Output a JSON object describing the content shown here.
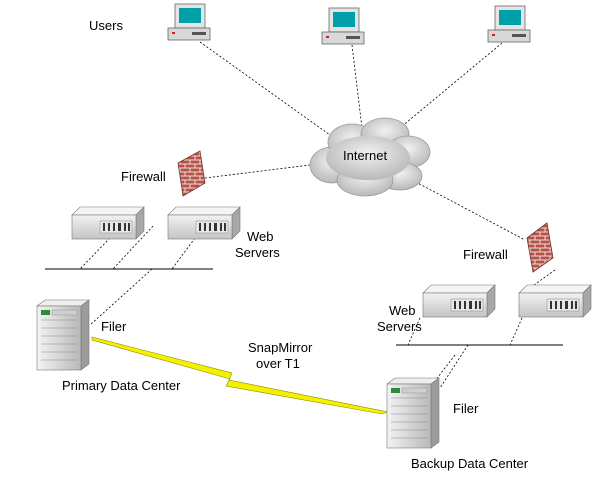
{
  "labels": {
    "users": "Users",
    "internet": "Internet",
    "firewall_primary": "Firewall",
    "firewall_backup": "Firewall",
    "web_servers_primary_l1": "Web",
    "web_servers_primary_l2": "Servers",
    "web_servers_backup_l1": "Web",
    "web_servers_backup_l2": "Servers",
    "filer_primary": "Filer",
    "filer_backup": "Filer",
    "snapmirror_l1": "SnapMirror",
    "snapmirror_l2": "over T1",
    "primary_dc": "Primary Data Center",
    "backup_dc": "Backup Data Center"
  },
  "icons": {
    "workstation": "desktop-computer-icon",
    "cloud": "internet-cloud-icon",
    "firewall": "brick-firewall-icon",
    "rack_server": "rack-server-icon",
    "tower_server": "tower-filer-icon",
    "link": "lightning-bolt-icon"
  },
  "colors": {
    "line": "#000000",
    "firewall_brick": "#b5524a",
    "mortar": "#f0e0d8",
    "server_body": "#d8d8d8",
    "cloud": "#d4d4d4",
    "lightning": "#f5f000",
    "monitor_screen": "#00a0a8"
  }
}
